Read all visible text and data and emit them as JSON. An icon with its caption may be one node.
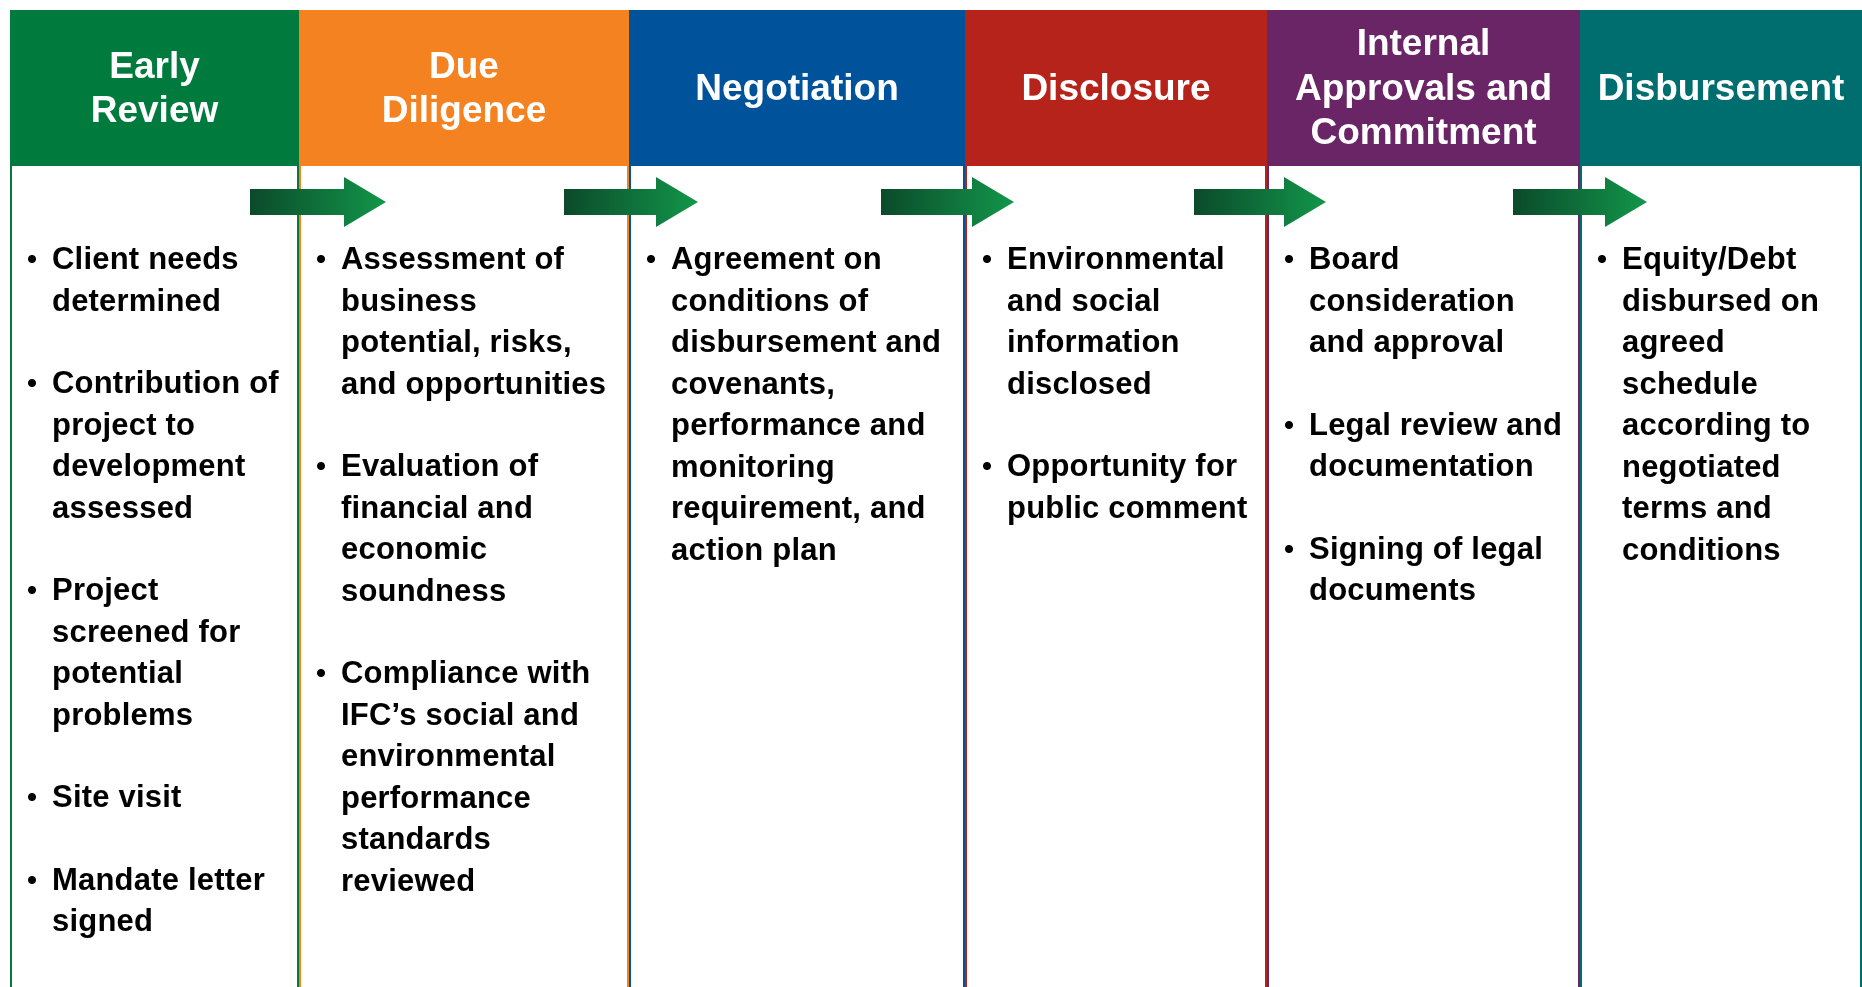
{
  "diagram": {
    "nodes": [
      {
        "text": [
          "Early Review",
          "Client needs determined",
          "Contribution of project to development assessed",
          "Project screened for potential problems",
          "Site visit",
          "Mandate letter signed"
        ]
      },
      {
        "text": [
          "Due Diligence",
          "Assessment of business potential, risks, and opportunities",
          "Evaluation of financial and economic soundness",
          "Compliance with IFC’s social and environmental performance standards reviewed"
        ]
      },
      {
        "text": [
          "Negotiation",
          "Agreement on conditions of disbursement and covenants, performance and monitoring requirement, and action plan"
        ]
      },
      {
        "text": [
          "Disclosure",
          "Environmental and social information disclosed",
          "Opportunity for public comment"
        ]
      },
      {
        "text": [
          "Internal Approvals and Commitment",
          "Board consideration and approval",
          "Legal review and documentation",
          "Signing of legal documents"
        ]
      },
      {
        "text": [
          "Disbursement",
          "Equity/Debt disbursed on agreed schedule according to negotiated terms and conditions"
        ]
      }
    ],
    "edges": [
      {
        "from": 0,
        "to": 1,
        "arrow": "to"
      },
      {
        "from": 1,
        "to": 2,
        "arrow": "to"
      },
      {
        "from": 2,
        "to": 3,
        "arrow": "to"
      },
      {
        "from": 3,
        "to": 4,
        "arrow": "to"
      },
      {
        "from": 4,
        "to": 5,
        "arrow": "to"
      }
    ]
  }
}
